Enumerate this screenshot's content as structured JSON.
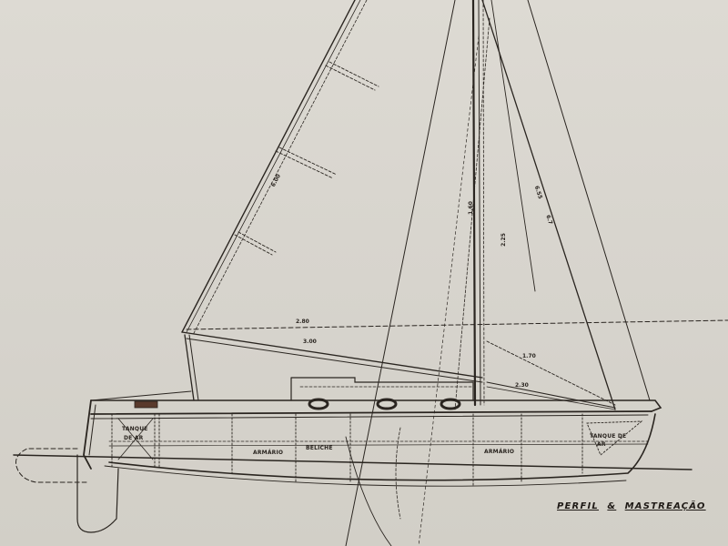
{
  "drawing": {
    "title_part1": "PERFIL",
    "title_amp": "&",
    "title_part2": "MASTREAÇÃO",
    "ink_color": "#2a2520",
    "paper_color": "#d9d6cf",
    "hull_compartment_labels": {
      "aft_tank_line1": "TANQUE",
      "aft_tank_line2": "DE AR",
      "locker_aft": "ARMÁRIO",
      "galley": "BELICHE",
      "locker_fwd": "ARMÁRIO",
      "fwd_tank_line1": "TANQUE DE",
      "fwd_tank_line2": "AR"
    },
    "dimensions": {
      "luff": "6.00",
      "boom_upper": "2.80",
      "boom_lower": "3.00",
      "mast": "1.60",
      "fore_dim": "2.25",
      "forestay_1": "6.55",
      "forestay_2": "6.7",
      "jib_foot_upper": "1.70",
      "jib_foot_lower": "2.30"
    }
  }
}
